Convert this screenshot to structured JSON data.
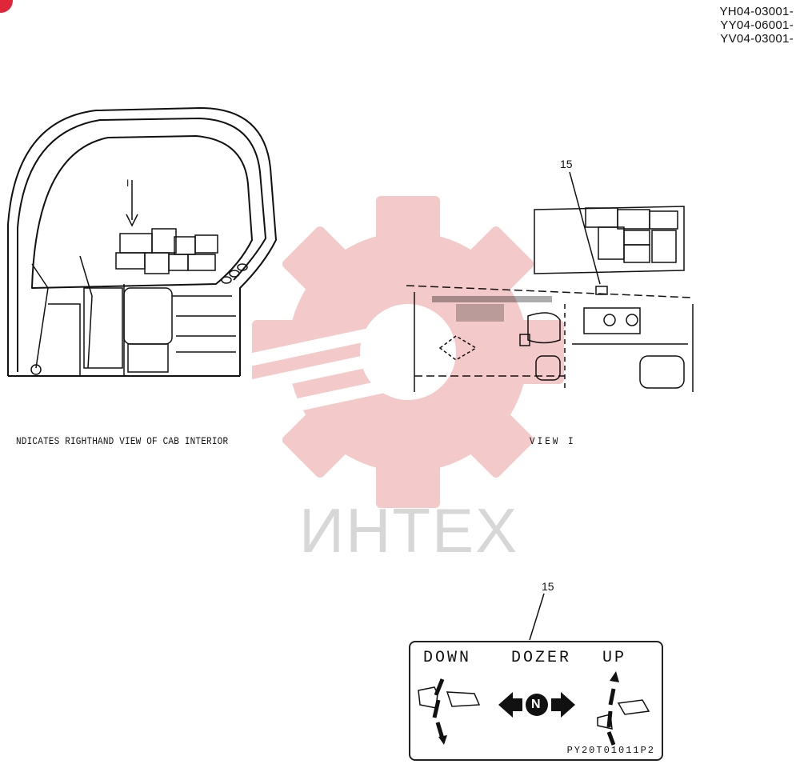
{
  "serial_numbers": [
    "YH04-03001-",
    "YY04-06001-",
    "YV04-03001-"
  ],
  "left_view_caption": "NDICATES RIGHTHAND VIEW OF CAB INTERIOR",
  "right_view_caption": "VIEW I",
  "arrow_label": "I",
  "callout_label": "15",
  "watermark_text": "ИНТЕХ",
  "decal": {
    "down_label": "DOWN",
    "dozer_label": "DOZER",
    "up_label": "UP",
    "neutral_symbol": "N",
    "part_code": "PY20T01011P2"
  },
  "colors": {
    "watermark_gear": "#f4c9c9",
    "watermark_text": "#d7d7d7",
    "corner_badge": "#e0273a",
    "line_art": "#111111"
  }
}
